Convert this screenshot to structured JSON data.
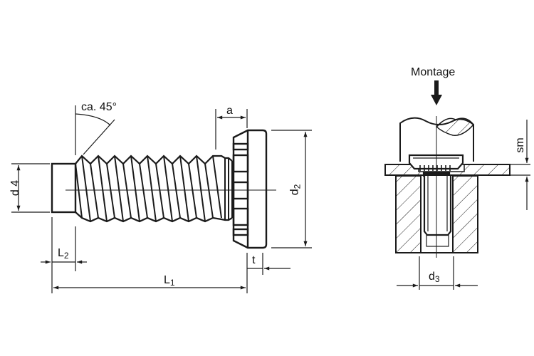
{
  "diagram": {
    "type": "technical-drawing",
    "subject": "press-in threaded stud with serrated head",
    "views": [
      {
        "name": "side-view",
        "description": "stud with thread, pilot, serrated collar head"
      },
      {
        "name": "installation-view",
        "description": "sectional view showing assembly into sheet and spacer"
      }
    ]
  },
  "labels": {
    "angle": "ca. 45°",
    "a": "a",
    "d4_main": "d",
    "d4_sub": "4",
    "d2_main": "d",
    "d2_sub": "2",
    "t": "t",
    "L2_main": "L",
    "L2_sub": "2",
    "L1_main": "L",
    "L1_sub": "1",
    "montage": "Montage",
    "sm": "sm",
    "d3_main": "d",
    "d3_sub": "3"
  },
  "colors": {
    "line": "#1a1a1a",
    "background": "#ffffff"
  }
}
